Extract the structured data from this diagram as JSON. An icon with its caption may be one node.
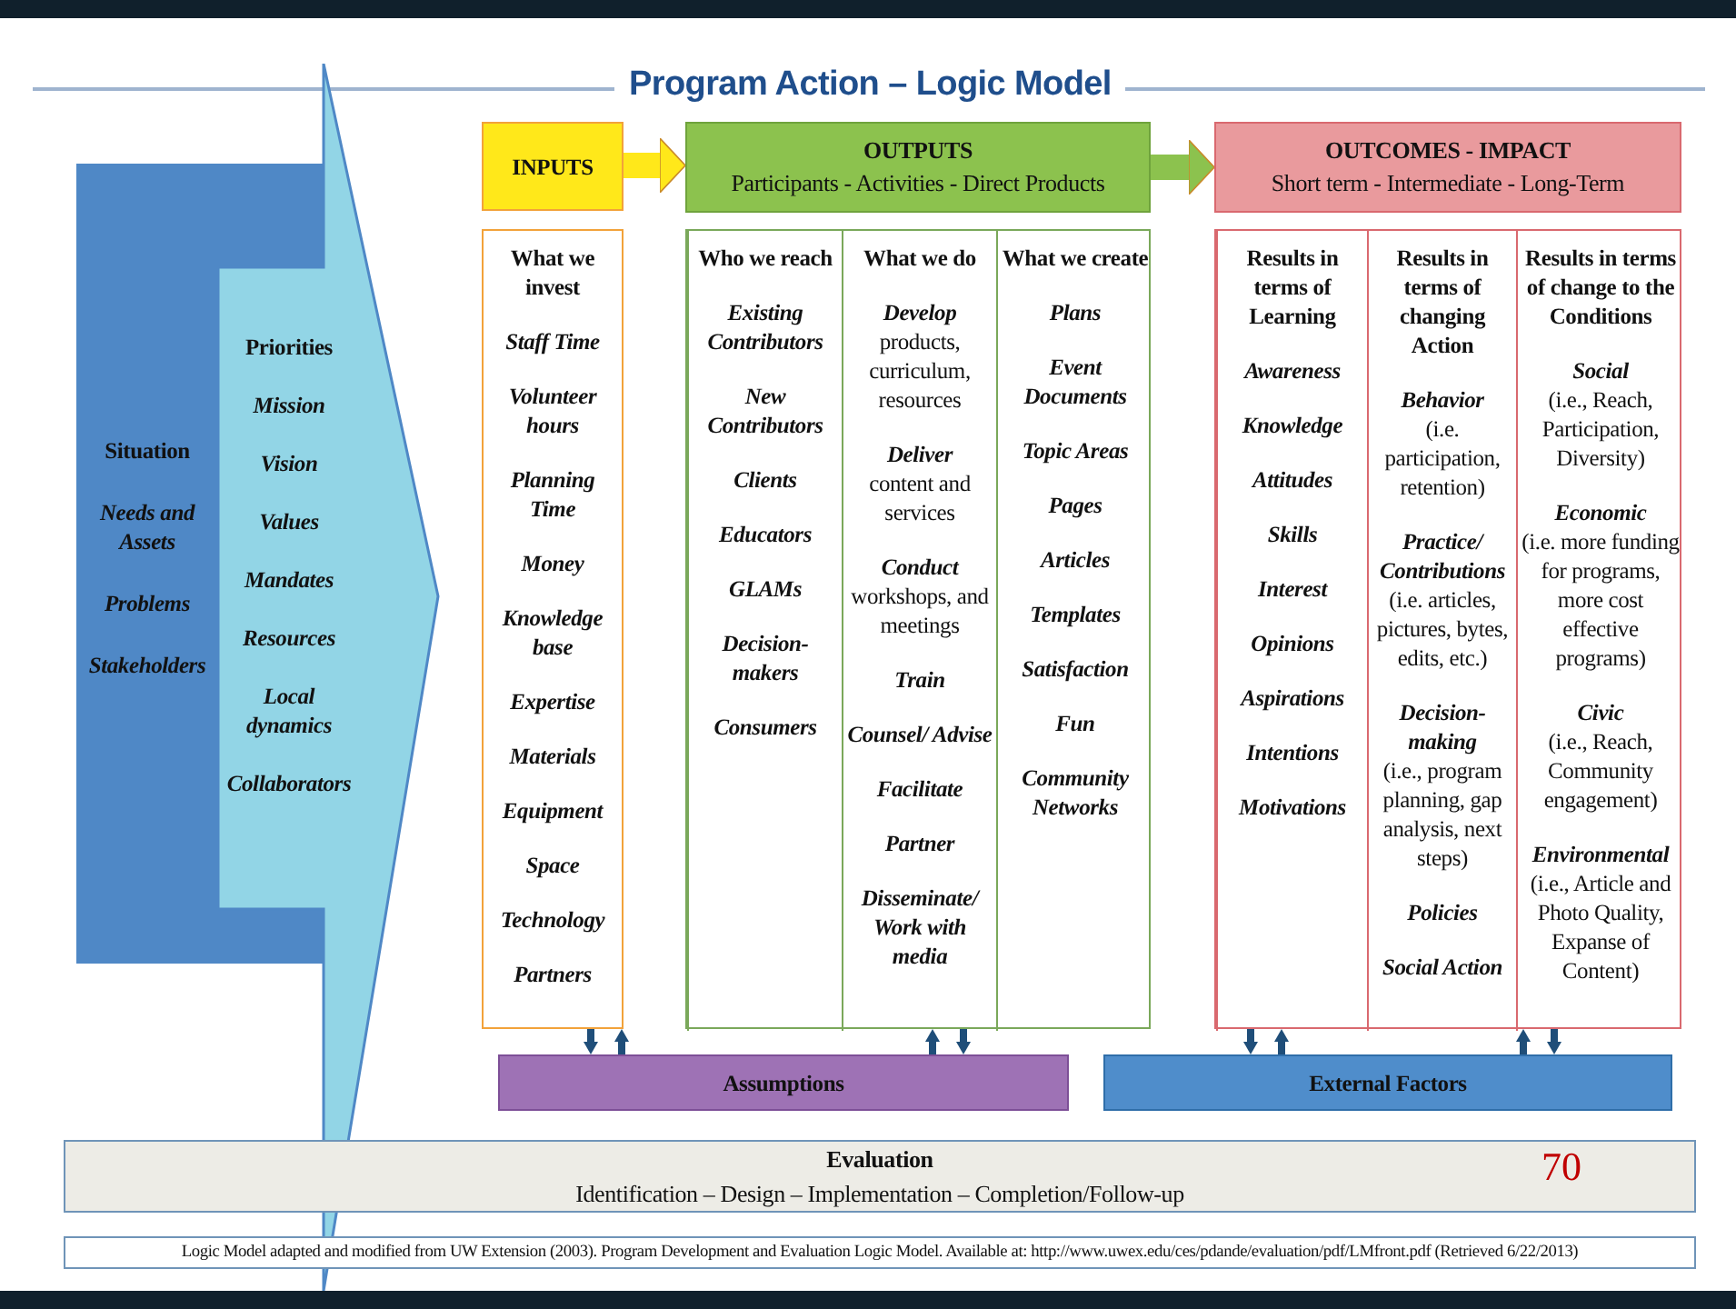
{
  "diagram": {
    "title": "Program Action – Logic Model",
    "nodes": [
      {
        "text": [
          "Situation",
          "Needs and Assets",
          "Problems",
          "Stakeholders"
        ]
      },
      {
        "text": [
          "Priorities",
          "Mission",
          "Vision",
          "Values",
          "Mandates",
          "Resources",
          "Local dynamics",
          "Collaborators"
        ]
      },
      {
        "text": [
          "INPUTS"
        ]
      },
      {
        "text": [
          "OUTPUTS",
          "Participants - Activities - Direct Products"
        ]
      },
      {
        "text": [
          "OUTCOMES - IMPACT",
          "Short term - Intermediate - Long-Term"
        ]
      },
      {
        "text": [
          "What we invest",
          "Staff Time",
          "Volunteer hours",
          "Planning Time",
          "Money",
          "Knowledge base",
          "Expertise",
          "Materials",
          "Equipment",
          "Space",
          "Technology",
          "Partners"
        ]
      },
      {
        "text": [],
        "shape": "box"
      },
      {
        "text": [
          "Who we reach",
          "Existing Contributors",
          "New Contributors",
          "Clients",
          "Educators",
          "GLAMs",
          "Decision-makers",
          "Consumers"
        ],
        "in": 6
      },
      {
        "text": [
          "What we do",
          "Develop",
          "products, curriculum, resources",
          "Deliver",
          "content and services",
          "Conduct",
          "workshops, and meetings",
          "Train",
          "Counsel/ Advise",
          "Facilitate",
          "Partner",
          "Disseminate/ Work with media"
        ],
        "in": 6
      },
      {
        "text": [
          "What we create",
          "Plans",
          "Event Documents",
          "Topic Areas",
          "Pages",
          "Articles",
          "Templates",
          "Satisfaction",
          "Fun",
          "Community Networks"
        ],
        "in": 6
      },
      {
        "text": [],
        "shape": "box"
      },
      {
        "text": [
          "Results in terms of Learning",
          "Awareness",
          "Knowledge",
          "Attitudes",
          "Skills",
          "Interest",
          "Opinions",
          "Aspirations",
          "Intentions",
          "Motivations"
        ],
        "in": 10
      },
      {
        "text": [
          "Results in terms of changing Action",
          "Behavior",
          "(i.e. participation, retention)",
          "Practice/ Contributions",
          "(i.e. articles, pictures, bytes, edits, etc.)",
          "Decision-making",
          "(i.e., program planning, gap analysis, next steps)",
          "Policies",
          "Social Action"
        ],
        "in": 10
      },
      {
        "text": [
          "Results in terms of change to the Conditions",
          "Social",
          "(i.e., Reach, Participation, Diversity)",
          "Economic",
          "(i.e. more funding for programs, more cost effective programs)",
          "Civic",
          "(i.e., Reach, Community engagement)",
          "Environmental",
          "(i.e., Article and Photo Quality, Expanse of Content)"
        ],
        "in": 10
      },
      {
        "text": [
          "Assumptions"
        ]
      },
      {
        "text": [
          "External Factors"
        ]
      },
      {
        "text": [
          "Evaluation",
          "Identification – Design – Implementation – Completion/Follow-up"
        ]
      },
      {
        "text": [
          "Logic Model adapted and modified from UW Extension (2003). Program Development and Evaluation Logic Model. Available at: http://www.uwex.edu/ces/pdande/evaluation/pdf/LMfront.pdf (Retrieved 6/22/2013)"
        ]
      }
    ],
    "edges": [
      {
        "from": 2,
        "to": 3,
        "arrow": "to",
        "style": "thick",
        "color": "#ffe81a"
      },
      {
        "from": 3,
        "to": 4,
        "arrow": "to",
        "style": "thick",
        "color": "#8cc24e"
      },
      {
        "from": 14,
        "to": 5,
        "arrow": "to"
      },
      {
        "from": 5,
        "to": 14,
        "arrow": "to"
      },
      {
        "from": 14,
        "to": 8,
        "arrow": "to"
      },
      {
        "from": 8,
        "to": 14,
        "arrow": "to"
      },
      {
        "from": 11,
        "to": 15,
        "arrow": "to"
      },
      {
        "from": 15,
        "to": 11,
        "arrow": "to"
      },
      {
        "from": 15,
        "to": 13,
        "arrow": "to"
      },
      {
        "from": 13,
        "to": 15,
        "arrow": "to"
      }
    ],
    "labels": [
      "70"
    ]
  }
}
